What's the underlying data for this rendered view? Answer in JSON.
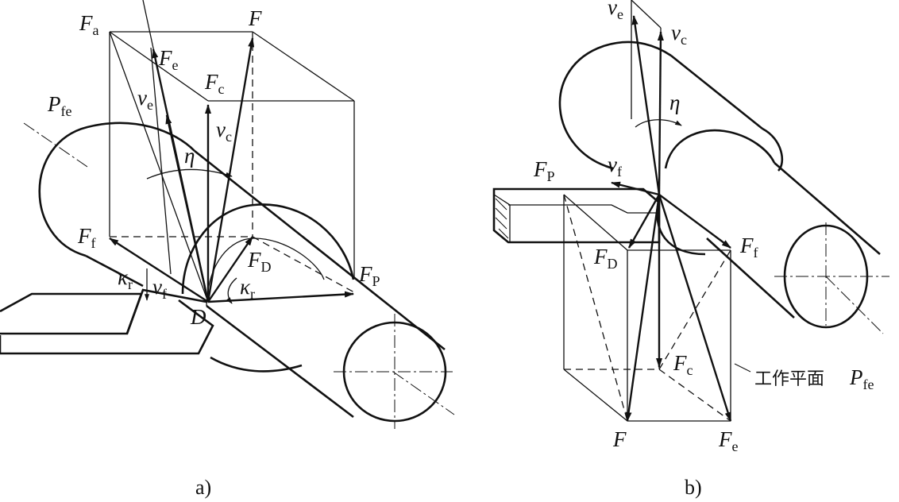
{
  "figure_a": {
    "caption": "a)",
    "labels": {
      "Fa": {
        "main": "F",
        "sub": "a"
      },
      "F": {
        "main": "F",
        "sub": ""
      },
      "Fe": {
        "main": "F",
        "sub": "e"
      },
      "Fc": {
        "main": "F",
        "sub": "c"
      },
      "ve": {
        "main": "v",
        "sub": "e"
      },
      "vc": {
        "main": "v",
        "sub": "c"
      },
      "Pfe": {
        "main": "P",
        "sub": "fe"
      },
      "eta": {
        "main": "η",
        "sub": ""
      },
      "Ff": {
        "main": "F",
        "sub": "f"
      },
      "FD": {
        "main": "F",
        "sub": "D"
      },
      "Fp": {
        "main": "F",
        "sub": "P"
      },
      "kr1": {
        "main": "κ",
        "sub": "r"
      },
      "vf": {
        "main": "v",
        "sub": "f"
      },
      "kr2": {
        "main": "κ",
        "sub": "r"
      },
      "D": {
        "main": "D",
        "sub": ""
      }
    }
  },
  "figure_b": {
    "caption": "b)",
    "working_plane_label": "工作平面",
    "labels": {
      "ve": {
        "main": "v",
        "sub": "e"
      },
      "vc": {
        "main": "v",
        "sub": "c"
      },
      "eta": {
        "main": "η",
        "sub": ""
      },
      "Fp": {
        "main": "F",
        "sub": "P"
      },
      "vf": {
        "main": "v",
        "sub": "f"
      },
      "FD": {
        "main": "F",
        "sub": "D"
      },
      "Ff": {
        "main": "F",
        "sub": "f"
      },
      "Fc": {
        "main": "F",
        "sub": "c"
      },
      "Pfe": {
        "main": "P",
        "sub": "fe"
      },
      "F": {
        "main": "F",
        "sub": ""
      },
      "Fe": {
        "main": "F",
        "sub": "e"
      }
    }
  }
}
